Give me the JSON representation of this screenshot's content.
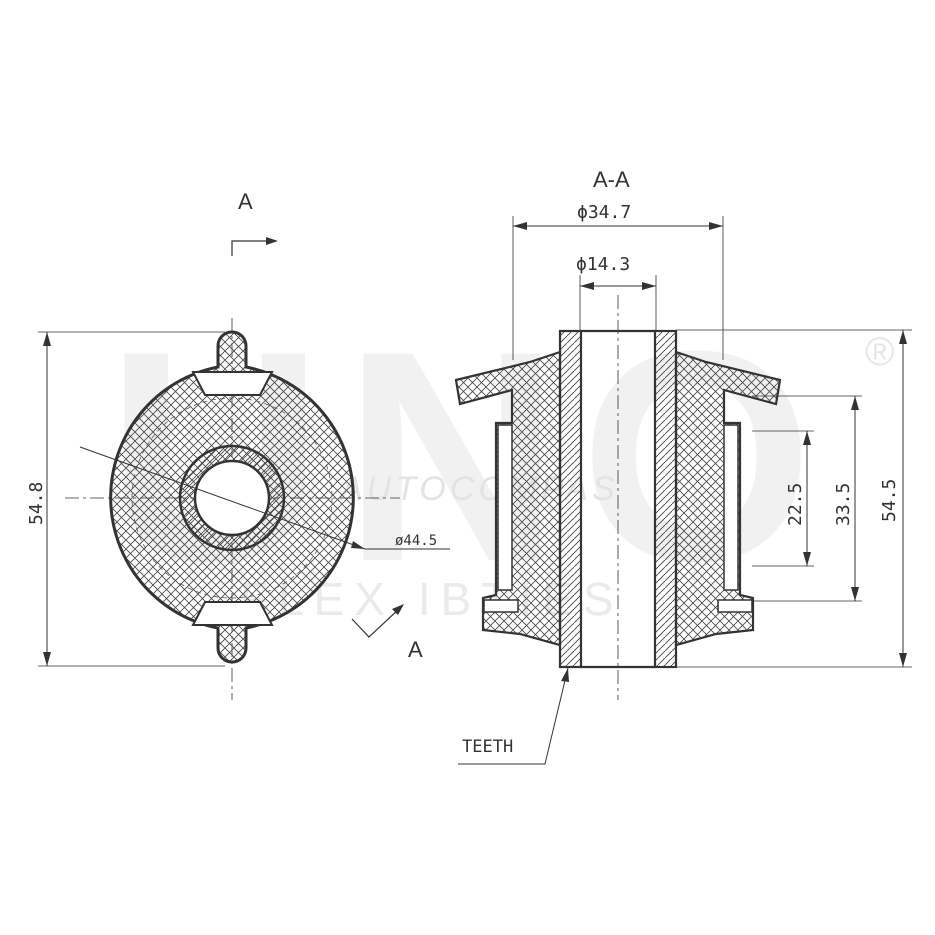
{
  "diagram": {
    "section_label_left_top": "A",
    "section_label_left_bottom": "A",
    "section_view_title": "A-A",
    "dim_outer_diameter_front": "ø44.5",
    "dim_height_front": "54.8",
    "dim_outer_diameter_section": "ϕ34.7",
    "dim_inner_diameter_section": "ϕ14.3",
    "dim_height_section": "54.5",
    "dim_mid_height": "33.5",
    "dim_inner_height": "22.5",
    "callout_teeth": "TEETH",
    "watermark": {
      "brand": "UNO",
      "registered_mark": "®",
      "subtitle": "AUTOCOMPAS",
      "tagline": "FLEX IBTIES"
    },
    "colors": {
      "line": "#333333",
      "hatch": "#444444",
      "watermark": "#e6e6e6"
    }
  }
}
